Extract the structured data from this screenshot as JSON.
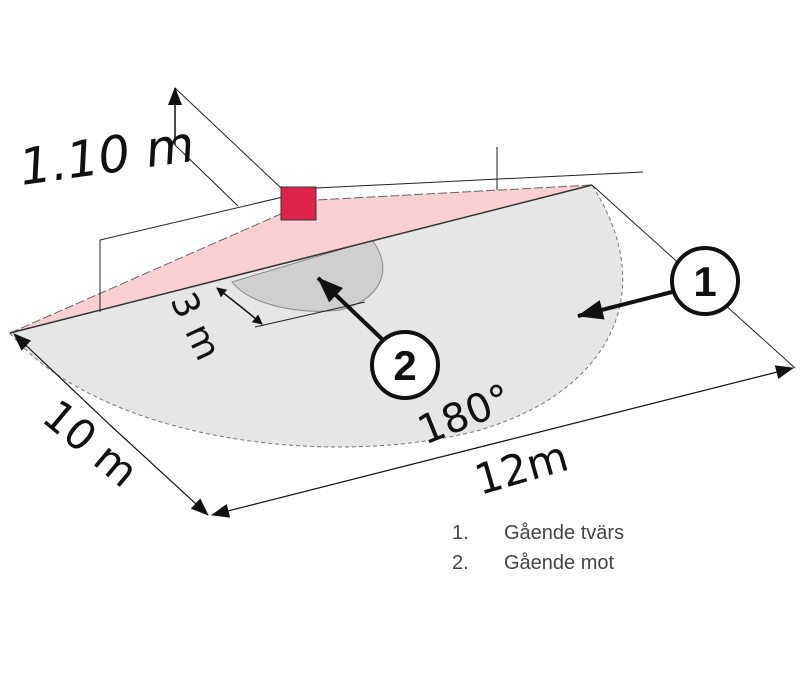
{
  "diagram": {
    "height_label": "1.10 m",
    "near_label": "3 m",
    "depth_label": "10 m",
    "width_label": "12m",
    "angle_label": "180°",
    "marker_1": "1",
    "marker_2": "2",
    "colors": {
      "sensor": "#e0234a",
      "zone": "#f8d0d3",
      "floor": "#e6e6e6",
      "near_zone": "#cfcfcf"
    }
  },
  "legend": [
    {
      "num": "1.",
      "label": "Gående tvärs"
    },
    {
      "num": "2.",
      "label": "Gående mot"
    }
  ]
}
